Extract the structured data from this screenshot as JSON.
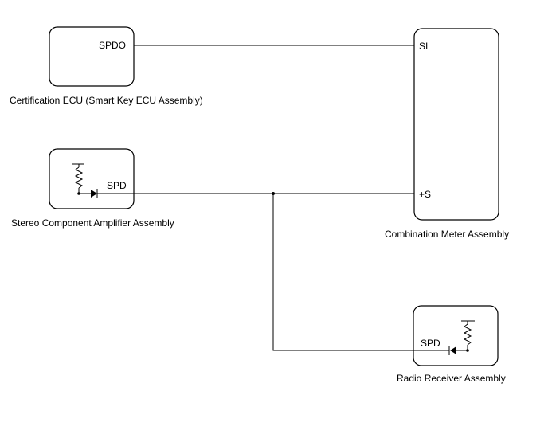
{
  "components": {
    "certification_ecu": {
      "label": "Certification ECU (Smart Key ECU Assembly)",
      "pin": "SPDO"
    },
    "stereo_amplifier": {
      "label": "Stereo Component Amplifier Assembly",
      "pin": "SPD"
    },
    "combination_meter": {
      "label": "Combination Meter Assembly",
      "pin_top": "SI",
      "pin_bottom": "+S"
    },
    "radio_receiver": {
      "label": "Radio Receiver Assembly",
      "pin": "SPD"
    }
  }
}
